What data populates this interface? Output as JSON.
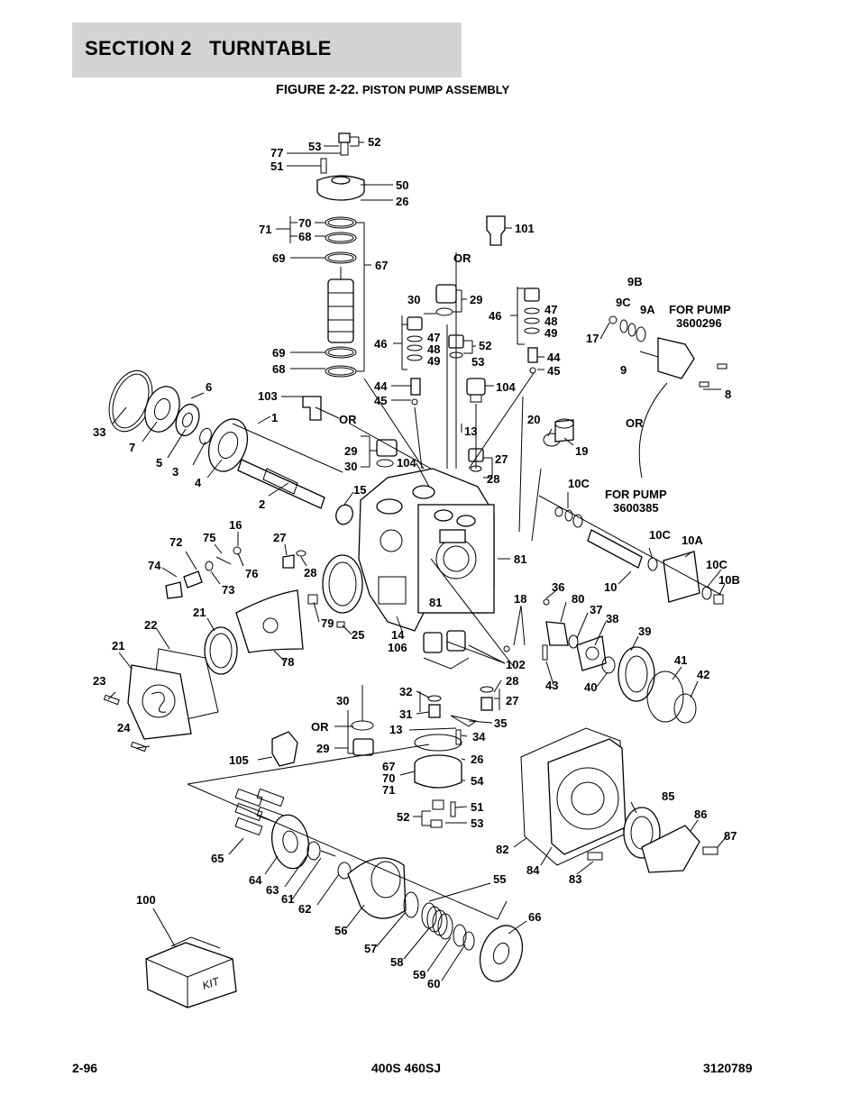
{
  "header": {
    "section": "SECTION 2   TURNTABLE"
  },
  "figure": {
    "number": "FIGURE 2-22.",
    "title": "PISTON PUMP ASSEMBLY"
  },
  "footer": {
    "page": "2-96",
    "model": "400S 460SJ",
    "doc_number": "3120789"
  },
  "callouts": {
    "n53a": "53",
    "n52a": "52",
    "n77": "77",
    "n51a": "51",
    "n50": "50",
    "n26a": "26",
    "n71a": "71",
    "n70a": "70",
    "n68a": "68",
    "n69a": "69",
    "n67a": "67",
    "n69b": "69",
    "n68b": "68",
    "n101": "101",
    "or1": "OR",
    "n30a": "30",
    "n29a": "29",
    "n46a": "46",
    "n47a": "47",
    "n48a": "48",
    "n49a": "49",
    "n52b": "52",
    "n53b": "53",
    "n46b": "46",
    "n47b": "47",
    "n48b": "48",
    "n49b": "49",
    "n44a": "44",
    "n45a": "45",
    "n44b": "44",
    "n45b": "45",
    "n104a": "104",
    "n103": "103",
    "or2": "OR",
    "n9b": "9B",
    "n9c": "9C",
    "n9a": "9A",
    "for1": "FOR PUMP",
    "pn1": "3600296",
    "n17": "17",
    "n9": "9",
    "n8": "8",
    "n6": "6",
    "n1": "1",
    "n33": "33",
    "n7": "7",
    "n5": "5",
    "n3": "3",
    "n4": "4",
    "n13a": "13",
    "n20": "20",
    "n19": "19",
    "or3": "OR",
    "n29b": "29",
    "n30b": "30",
    "n104b": "104",
    "n27a": "27",
    "n28a": "28",
    "n15": "15",
    "n2": "2",
    "n10c1": "10C",
    "for2": "FOR PUMP",
    "pn2": "3600385",
    "n16": "16",
    "n72": "72",
    "n75": "75",
    "n27b": "27",
    "n74": "74",
    "n76": "76",
    "n28b": "28",
    "n73": "73",
    "n81a": "81",
    "n10c2": "10C",
    "n10a": "10A",
    "n10c3": "10C",
    "n10b": "10B",
    "n10": "10",
    "n36": "36",
    "n18": "18",
    "n80": "80",
    "n81b": "81",
    "n37": "37",
    "n38": "38",
    "n22": "22",
    "n21a": "21",
    "n79": "79",
    "n25": "25",
    "n14": "14",
    "n106": "106",
    "n39": "39",
    "n21b": "21",
    "n78": "78",
    "n102": "102",
    "n28c": "28",
    "n41": "41",
    "n42": "42",
    "n23": "23",
    "n43": "43",
    "n40": "40",
    "n32": "32",
    "n27c": "27",
    "n30c": "30",
    "n31": "31",
    "n35": "35",
    "or4": "OR",
    "n13b": "13",
    "n34": "34",
    "n24": "24",
    "n29c": "29",
    "n26b": "26",
    "n105": "105",
    "n67b": "67",
    "n70b": "70",
    "n54": "54",
    "n71b": "71",
    "n85": "85",
    "n86": "86",
    "n87": "87",
    "n51b": "51",
    "n52c": "52",
    "n53c": "53",
    "n82": "82",
    "n65": "65",
    "n84": "84",
    "n83": "83",
    "n64": "64",
    "n63": "63",
    "n61": "61",
    "n62": "62",
    "n55": "55",
    "n100": "100",
    "n56": "56",
    "n66": "66",
    "n57": "57",
    "n58": "58",
    "n59": "59",
    "n60": "60",
    "kit": "KIT"
  }
}
